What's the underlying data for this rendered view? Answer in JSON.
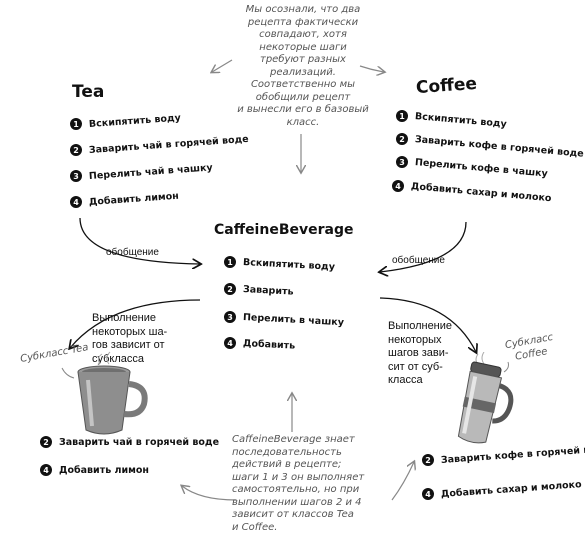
{
  "top_note": {
    "lines": [
      "Мы осознали, что два",
      "рецепта фактически",
      "совпадают, хотя",
      "некоторые шаги",
      "требуют разных",
      "реализаций.",
      "Соответственно мы",
      "обобщили рецепт",
      "и вынесли его в базовый",
      "класс."
    ]
  },
  "tea": {
    "title": "Tea",
    "steps": [
      {
        "num": "1",
        "text": "Вскипятить воду"
      },
      {
        "num": "2",
        "text": "Заварить чай в горячей воде"
      },
      {
        "num": "3",
        "text": "Перелить чай в чашку"
      },
      {
        "num": "4",
        "text": "Добавить лимон"
      }
    ]
  },
  "coffee": {
    "title": "Coffee",
    "steps": [
      {
        "num": "1",
        "text": "Вскипятить воду"
      },
      {
        "num": "2",
        "text": "Заварить кофе в горячей воде"
      },
      {
        "num": "3",
        "text": "Перелить кофе в чашку"
      },
      {
        "num": "4",
        "text": "Добавить сахар и молоко"
      }
    ]
  },
  "caffeine": {
    "title": "CaffeineBeverage",
    "steps": [
      {
        "num": "1",
        "text": "Вскипятить воду"
      },
      {
        "num": "2",
        "text": "Заварить"
      },
      {
        "num": "3",
        "text": "Перелить в чашку"
      },
      {
        "num": "4",
        "text": "Добавить"
      }
    ]
  },
  "generalization_label": "обобщение",
  "left_subclass_note": {
    "lines": [
      "Выполнение",
      "некоторых ша-",
      "гов зависит от",
      "субкласса"
    ]
  },
  "right_subclass_note": {
    "lines": [
      "Выполнение",
      "некоторых",
      "шагов зави-",
      "сит от суб-",
      "класса"
    ]
  },
  "subclass_tea_label": "Субкласс Tea",
  "subclass_coffee_label": {
    "lines": [
      "Субкласс",
      "Coffee"
    ]
  },
  "tea_subclass_steps": [
    {
      "num": "2",
      "text": "Заварить чай в горячей воде"
    },
    {
      "num": "4",
      "text": "Добавить лимон"
    }
  ],
  "coffee_subclass_steps": [
    {
      "num": "2",
      "text": "Заварить кофе в горячей воде"
    },
    {
      "num": "4",
      "text": "Добавить сахар и молоко"
    }
  ],
  "bottom_note": {
    "lines": [
      "CaffeineBeverage знает",
      "последовательность",
      "действий в рецепте;",
      "шаги 1 и 3 он выполняет",
      "самостоятельно, но при",
      "выполнении шагов 2 и 4",
      "зависит от классов Tea",
      "и Coffee."
    ]
  }
}
